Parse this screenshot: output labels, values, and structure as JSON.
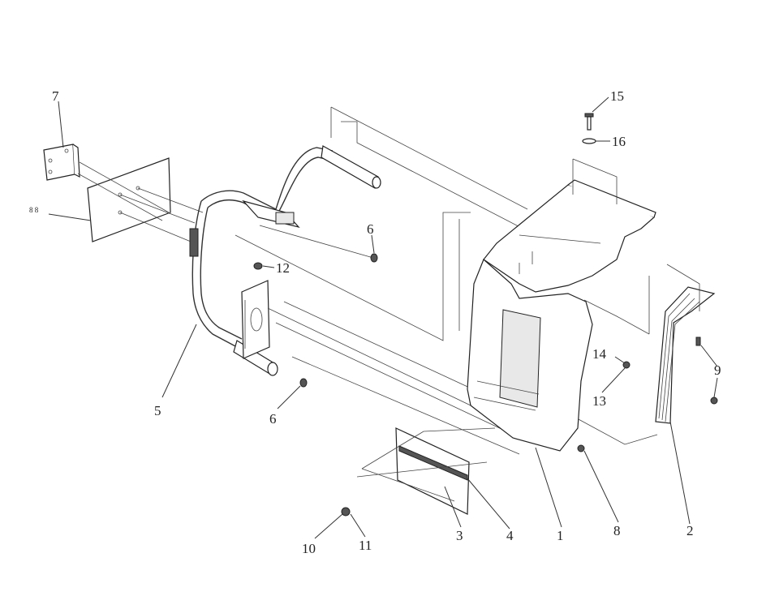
{
  "diagram": {
    "callouts": {
      "c1": "1",
      "c2": "2",
      "c3": "3",
      "c4": "4",
      "c5": "5",
      "c6a": "6",
      "c6b": "6",
      "c7": "7",
      "c8": "8",
      "c9": "9",
      "c10": "10",
      "c11": "11",
      "c12": "12",
      "c13": "13",
      "c14": "14",
      "c15": "15",
      "c16": "16"
    },
    "side_note": "8 8"
  }
}
